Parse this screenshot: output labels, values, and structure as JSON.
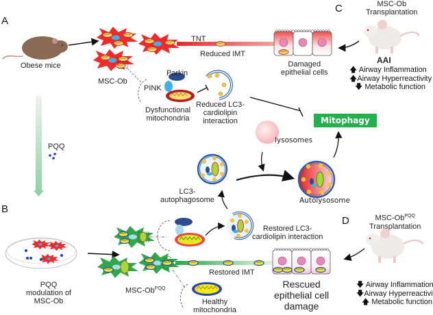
{
  "panels": {
    "A": "A",
    "B": "B",
    "C": "C",
    "D": "D"
  },
  "panel_A": {
    "obese_mice": "Obese mice",
    "msc_ob": "MSC-Ob",
    "tnt": "TNT",
    "reduced_imt": "Reduced IMT",
    "damaged_cells": [
      "Damaged",
      "epithelial cells"
    ],
    "parkin": "Parkin",
    "pink": "PINK",
    "dysfunctional": [
      "Dysfunctional",
      "mitochondria"
    ],
    "reduced_lc3": [
      "Reduced LC3-",
      "cardiolipin",
      "interaction"
    ]
  },
  "center": {
    "mitophagy": "Mitophagy",
    "lysosomes": "lysosomes",
    "lc3_autophagosome": [
      "LC3-",
      "autophagosome"
    ],
    "autolysosome": "Autolysosome",
    "pqq": "PQQ"
  },
  "panel_B": {
    "pqq_modulation": [
      "PQQ",
      "modulation of",
      "MSC-Ob"
    ],
    "msc_ob_pqq": "MSC-Ob",
    "msc_ob_pqq_sup": "PQQ",
    "restored_lc3": [
      "Restored LC3-",
      "cardiolipin interaction"
    ],
    "restored_imt": "Restored IMT",
    "healthy": [
      "Healthy",
      "mitochondria"
    ],
    "rescued": [
      "Rescued",
      "epithelial cell",
      "damage"
    ]
  },
  "panel_C": {
    "title": [
      "MSC-Ob",
      "Transplantation"
    ],
    "aai": "AAI",
    "effects": [
      {
        "dir": "up",
        "text": "Airway Inflammation"
      },
      {
        "dir": "up",
        "text": "Airway Hyperreactivity"
      },
      {
        "dir": "down",
        "text": "Metabolic function"
      }
    ]
  },
  "panel_D": {
    "title_main": "MSC-Ob",
    "title_sup": "PQQ",
    "title_line2": "Transplantation",
    "effects": [
      {
        "dir": "down",
        "text": "Airway Inflammation"
      },
      {
        "dir": "down",
        "text": "Airway Hyperreactivity"
      },
      {
        "dir": "up",
        "text": "Metabolic function"
      }
    ]
  },
  "colors": {
    "ob_cell": "#ee2a2a",
    "pqq_cell": "#2ea84a",
    "mitophagy_box": "#23b14d",
    "pqq_dots": "#1040d0",
    "membrane": "#2a5aa8",
    "mouse_brown": "#8a6a52"
  }
}
